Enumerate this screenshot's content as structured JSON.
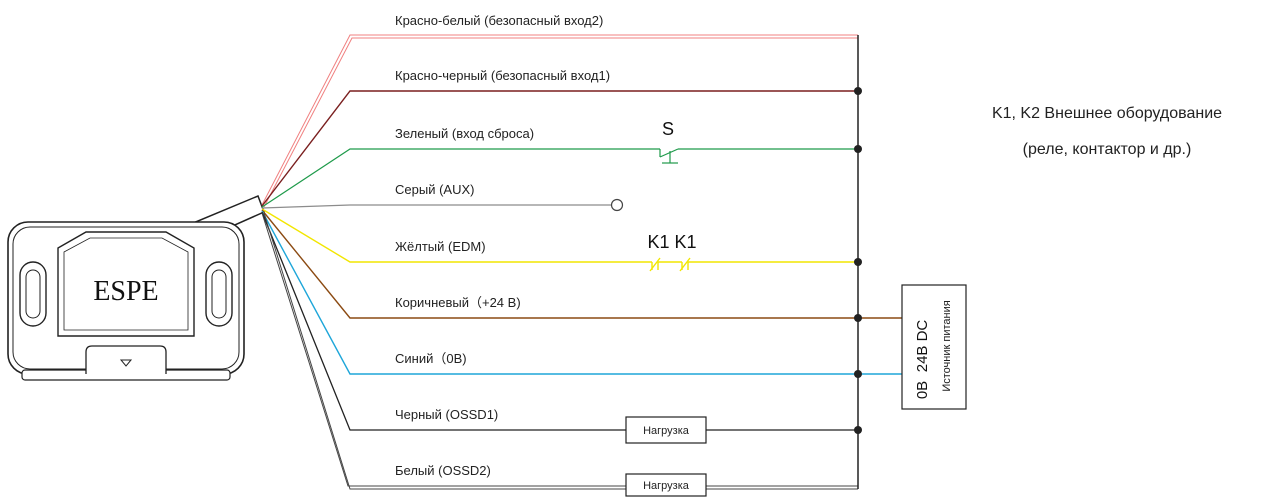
{
  "device": {
    "label": "ESPE"
  },
  "wires": [
    {
      "label": "Красно-белый (безопасный вход2)",
      "color": "#f08080"
    },
    {
      "label": "Красно-черный (безопасный вход1)",
      "color": "#7a1f1f"
    },
    {
      "label": "Зеленый (вход сброса)",
      "color": "#1e9a4a"
    },
    {
      "label": "Серый (AUX)",
      "color": "#8c8c8c"
    },
    {
      "label": "Жёлтый (EDM)",
      "color": "#f2e600"
    },
    {
      "label": "Коричневый（+24 В)",
      "color": "#8b4a12"
    },
    {
      "label": "Синий（0В)",
      "color": "#1ea6d9"
    },
    {
      "label": "Черный (OSSD1)",
      "color": "#222222"
    },
    {
      "label": "Белый (OSSD2)",
      "color": "#444444"
    }
  ],
  "switch_reset": {
    "label": "S"
  },
  "edm_contacts": {
    "label": "K1 K1"
  },
  "loads": [
    {
      "label": "Нагрузка"
    },
    {
      "label": "Нагрузка"
    }
  ],
  "power_supply": {
    "voltage_label": "24В DC",
    "zero_label": "0В",
    "name_label": "Источник питания"
  },
  "note": {
    "line1": "K1, K2 Внешнее оборудование",
    "line2": "(реле, контактор и др.)"
  }
}
